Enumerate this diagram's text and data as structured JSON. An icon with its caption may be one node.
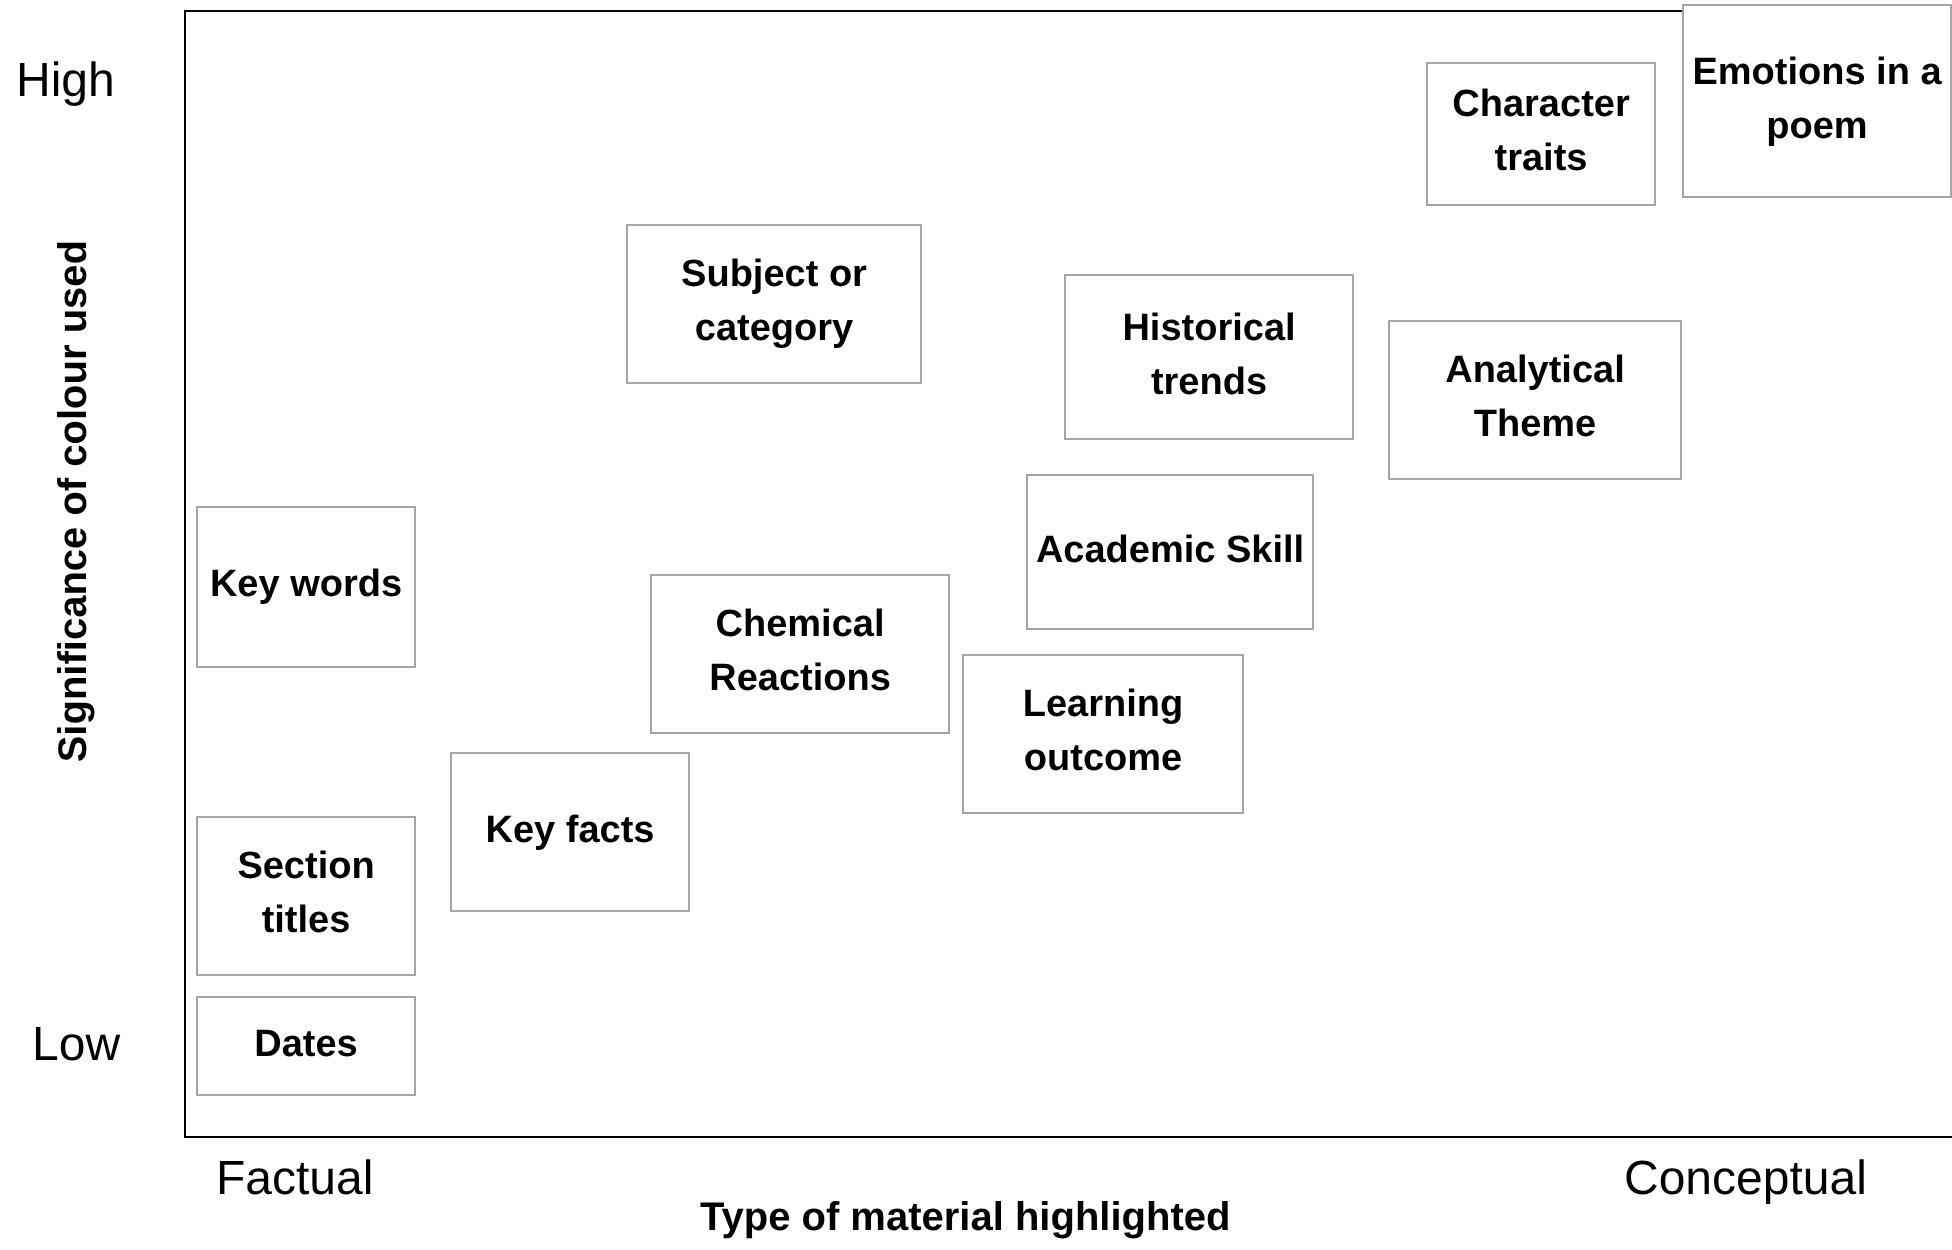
{
  "diagram": {
    "nodes": [
      {
        "text": [
          "Emotions in a poem"
        ]
      },
      {
        "text": [
          "Character traits"
        ]
      },
      {
        "text": [
          "Subject or category"
        ]
      },
      {
        "text": [
          "Historical trends"
        ]
      },
      {
        "text": [
          "Analytical Theme"
        ]
      },
      {
        "text": [
          "Academic Skill"
        ]
      },
      {
        "text": [
          "Key words"
        ]
      },
      {
        "text": [
          "Chemical Reactions"
        ]
      },
      {
        "text": [
          "Learning outcome"
        ]
      },
      {
        "text": [
          "Key facts"
        ]
      },
      {
        "text": [
          "Section titles"
        ]
      },
      {
        "text": [
          "Dates"
        ]
      }
    ],
    "edges": [],
    "labels": [
      "High",
      "Significance of colour used",
      "Low",
      "Factual",
      "Conceptual",
      "Type of material highlighted"
    ]
  }
}
